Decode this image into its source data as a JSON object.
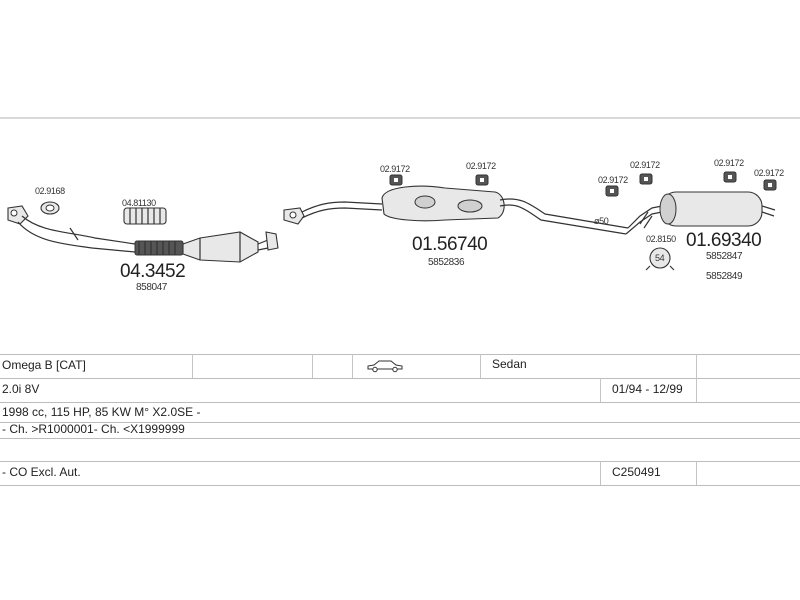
{
  "parts": {
    "downpipe": {
      "number": "04.3452",
      "oe": "858047"
    },
    "flexible_pipe": {
      "number": "04.81130"
    },
    "gasket": {
      "number": "02.9168"
    },
    "centre_silencer": {
      "number": "01.56740",
      "oe": "5852836"
    },
    "rear_silencer": {
      "number": "01.69340",
      "oe_1": "5852847",
      "oe_2": "5852849"
    },
    "hanger_1": {
      "number": "02.9172"
    },
    "hanger_2": {
      "number": "02.9172"
    },
    "hanger_3": {
      "number": "02.9172"
    },
    "hanger_4": {
      "number": "02.9172"
    },
    "hanger_5": {
      "number": "02.9172"
    },
    "hanger_6": {
      "number": "02.9172"
    },
    "clamp": {
      "number": "02.8150",
      "diameter": "54"
    },
    "pipe_diameter": "ø50"
  },
  "vehicle": {
    "model": "Omega B  [CAT]",
    "body": "Sedan",
    "engine": "2.0i  8V",
    "years": "01/94 - 12/99",
    "spec": "1998 cc, 115 HP, 85 KW M° X2.0SE -",
    "chassis": "- Ch. >R1000001- Ch. <X1999999",
    "note": "- CO Excl. Aut.",
    "code": "C250491"
  },
  "icons": {
    "body_type": "sedan-car-icon"
  }
}
